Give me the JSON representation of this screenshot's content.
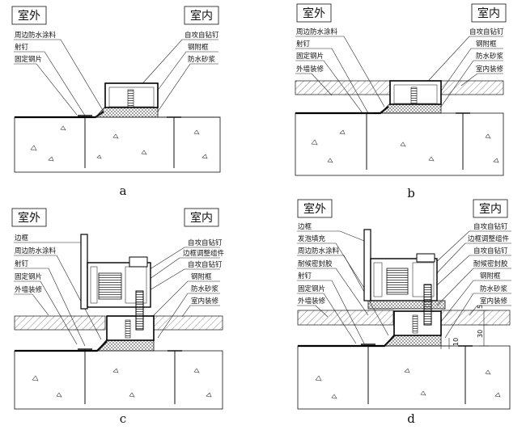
{
  "panels": {
    "a": {
      "caption": "a",
      "outdoor": "室外",
      "indoor": "室内",
      "left_labels": [
        "周边防水涂料",
        "射钉",
        "固定钢片"
      ],
      "right_labels": [
        "自攻自钻钉",
        "钢附框",
        "防水砂浆"
      ]
    },
    "b": {
      "caption": "b",
      "outdoor": "室外",
      "indoor": "室内",
      "left_labels": [
        "周边防水涂料",
        "射钉",
        "固定钢片",
        "外墙装修"
      ],
      "right_labels": [
        "自攻自钻钉",
        "钢附框",
        "防水砂浆",
        "室内装修"
      ]
    },
    "c": {
      "caption": "c",
      "outdoor": "室外",
      "indoor": "室内",
      "left_labels": [
        "边框",
        "周边防水涂料",
        "射钉",
        "固定钢片",
        "外墙装修"
      ],
      "right_labels": [
        "自攻自钻钉",
        "边框调整组件",
        "自攻自钻钉",
        "钢附框",
        "防水砂浆",
        "室内装修"
      ]
    },
    "d": {
      "caption": "d",
      "outdoor": "室外",
      "indoor": "室内",
      "left_labels": [
        "边框",
        "发泡填充",
        "周边防水涂料",
        "耐候密封胶",
        "射钉",
        "固定钢片",
        "外墙装修"
      ],
      "right_labels": [
        "自攻自钻钉",
        "边框调整组件",
        "自攻自钻钉",
        "耐候密封胶",
        "钢附框",
        "防水砂浆",
        "室内装修"
      ],
      "dims": [
        "5",
        "30",
        "10"
      ]
    }
  }
}
